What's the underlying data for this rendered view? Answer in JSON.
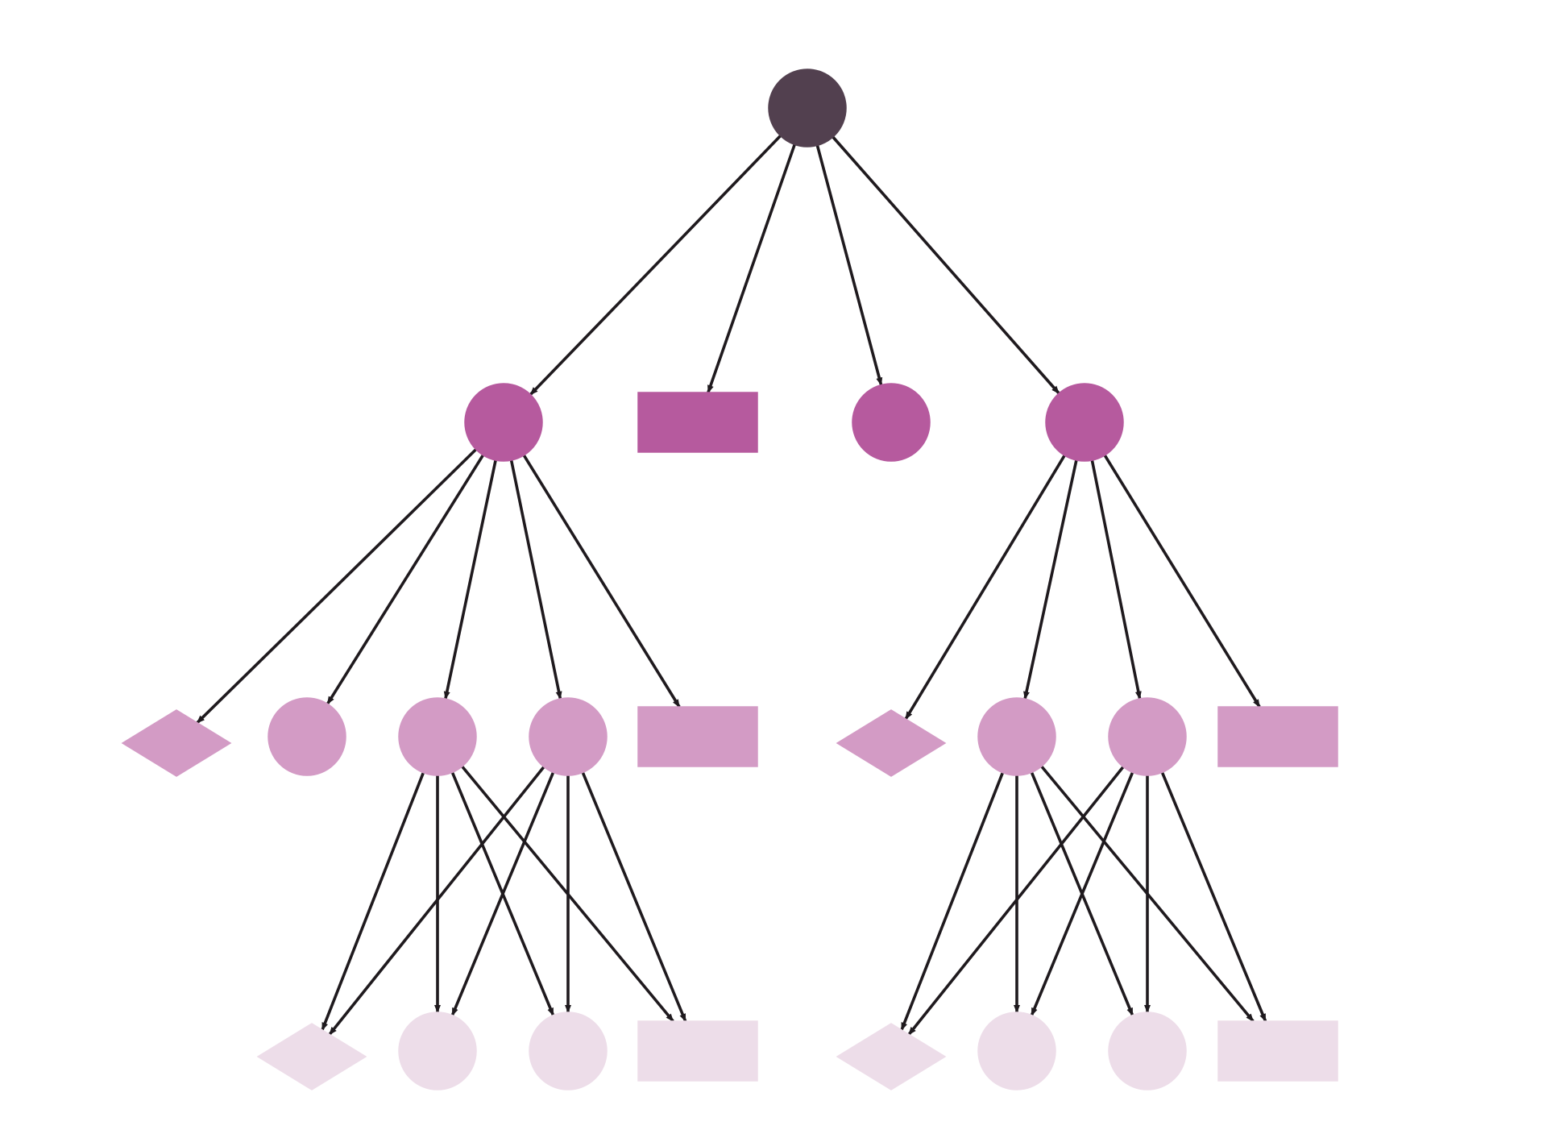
{
  "diagram": {
    "type": "tree",
    "colors": {
      "root": "#52404f",
      "level1": "#b65a9e",
      "level2": "#d39bc5",
      "level3": "#eddde9",
      "edge": "#1f1a1e"
    },
    "nodes": [
      {
        "id": "root",
        "shape": "circle",
        "level": 0
      },
      {
        "id": "a",
        "shape": "circle",
        "level": 1
      },
      {
        "id": "b",
        "shape": "rect",
        "level": 1
      },
      {
        "id": "c",
        "shape": "circle",
        "level": 1
      },
      {
        "id": "d",
        "shape": "circle",
        "level": 1
      },
      {
        "id": "a1",
        "shape": "diamond",
        "level": 2
      },
      {
        "id": "a2",
        "shape": "circle",
        "level": 2
      },
      {
        "id": "a3",
        "shape": "circle",
        "level": 2
      },
      {
        "id": "a4",
        "shape": "circle",
        "level": 2
      },
      {
        "id": "a5",
        "shape": "rect",
        "level": 2
      },
      {
        "id": "d1",
        "shape": "diamond",
        "level": 2
      },
      {
        "id": "d2",
        "shape": "circle",
        "level": 2
      },
      {
        "id": "d3",
        "shape": "circle",
        "level": 2
      },
      {
        "id": "d4",
        "shape": "rect",
        "level": 2
      },
      {
        "id": "p1",
        "shape": "diamond",
        "level": 3
      },
      {
        "id": "p2",
        "shape": "circle",
        "level": 3
      },
      {
        "id": "p3",
        "shape": "circle",
        "level": 3
      },
      {
        "id": "p4",
        "shape": "rect",
        "level": 3
      },
      {
        "id": "q1",
        "shape": "diamond",
        "level": 3
      },
      {
        "id": "q2",
        "shape": "circle",
        "level": 3
      },
      {
        "id": "q3",
        "shape": "circle",
        "level": 3
      },
      {
        "id": "q4",
        "shape": "rect",
        "level": 3
      }
    ],
    "edges": [
      [
        "root",
        "a"
      ],
      [
        "root",
        "b"
      ],
      [
        "root",
        "c"
      ],
      [
        "root",
        "d"
      ],
      [
        "a",
        "a1"
      ],
      [
        "a",
        "a2"
      ],
      [
        "a",
        "a3"
      ],
      [
        "a",
        "a4"
      ],
      [
        "a",
        "a5"
      ],
      [
        "d",
        "d1"
      ],
      [
        "d",
        "d2"
      ],
      [
        "d",
        "d3"
      ],
      [
        "d",
        "d4"
      ],
      [
        "a3",
        "p1"
      ],
      [
        "a3",
        "p2"
      ],
      [
        "a3",
        "p3"
      ],
      [
        "a3",
        "p4"
      ],
      [
        "a4",
        "p1"
      ],
      [
        "a4",
        "p2"
      ],
      [
        "a4",
        "p3"
      ],
      [
        "a4",
        "p4"
      ],
      [
        "d2",
        "q1"
      ],
      [
        "d2",
        "q2"
      ],
      [
        "d2",
        "q3"
      ],
      [
        "d2",
        "q4"
      ],
      [
        "d3",
        "q1"
      ],
      [
        "d3",
        "q2"
      ],
      [
        "d3",
        "q3"
      ],
      [
        "d3",
        "q4"
      ]
    ]
  }
}
